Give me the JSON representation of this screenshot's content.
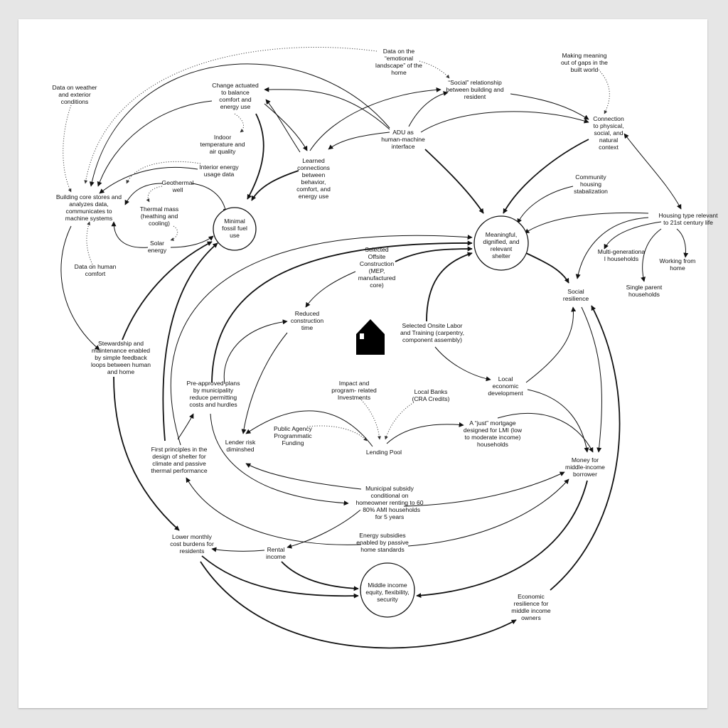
{
  "nodes": {
    "minimal_fossil": [
      "Minimal",
      "fossil fuel",
      "use"
    ],
    "meaningful_shelter": [
      "Meaningful,",
      "dignified, and",
      "relevant",
      "shelter"
    ],
    "middle_income_equity": [
      "Middle income",
      "equity, flexibility,",
      "security"
    ],
    "data_weather": [
      "Data on weather",
      "and exterior",
      "conditions"
    ],
    "change_actuated": [
      "Change actuated",
      "to balance",
      "comfort and",
      "energy use"
    ],
    "emotional_landscape": [
      "Data on the",
      "“emotional",
      "landscape” of the",
      "home"
    ],
    "social_relationship": [
      "“Social” relationship",
      "between building and",
      "resident"
    ],
    "making_meaning": [
      "Making meaning",
      "out of gaps in the",
      "built world"
    ],
    "connection_context": [
      "Connection",
      "to physical,",
      "social, and",
      "natural",
      "context"
    ],
    "adu_interface": [
      "ADU as",
      "human-machine",
      "interface"
    ],
    "indoor_temp": [
      "Indoor",
      "temperature and",
      "air quality"
    ],
    "interior_energy": [
      "Interior energy",
      "usage data"
    ],
    "learned_connections": [
      "Learned",
      "connections",
      "between",
      "behavior,",
      "comfort, and",
      "energy use"
    ],
    "geothermal": [
      "Geothermal",
      "well"
    ],
    "building_core": [
      "Building core  stores and",
      "analyzes data,",
      "communicates to",
      "machine systems"
    ],
    "thermal_mass": [
      "Thermal mass",
      "(heathing and",
      "cooling)"
    ],
    "solar": [
      "Solar",
      "energy"
    ],
    "human_comfort": [
      "Data on human",
      "comfort"
    ],
    "community_housing": [
      "Community",
      "housing",
      "stabalization"
    ],
    "housing_type": [
      "Housing type relevant",
      "to 21st century life"
    ],
    "multigen": [
      "Multi-generationa",
      "l households"
    ],
    "working_home": [
      "Working from",
      "home"
    ],
    "single_parent": [
      "Single parent",
      "households"
    ],
    "social_resilience": [
      "Social",
      "resilience"
    ],
    "offsite": [
      "Selected",
      "Offsite",
      "Construction",
      "(MEP,",
      "manufactured",
      "core)"
    ],
    "reduced_time": [
      "Reduced",
      "construction",
      "time"
    ],
    "onsite_labor": [
      "Selected Onsite Labor",
      "and Training (carpentry,",
      "component assembly)"
    ],
    "stewardship": [
      "Stewardship and",
      "maintenance enabled",
      "by simple feedback",
      "loops between human",
      "and home"
    ],
    "local_econ": [
      "Local",
      "economic",
      "development"
    ],
    "preapproved": [
      "Pre-approved plans",
      "by municipality",
      "reduce permitting",
      "costs and hurdles"
    ],
    "impact_invest": [
      "Impact and",
      "program- related",
      "Investments"
    ],
    "local_banks": [
      "Local Banks",
      "(CRA Credits)"
    ],
    "just_mortgage": [
      "A “just” mortgage",
      "designed for LMI (low",
      "to moderate income)",
      "households"
    ],
    "public_agency": [
      "Public Agency",
      "Programmatic",
      "Funding"
    ],
    "lender_risk": [
      "Lender risk",
      "diminshed"
    ],
    "lending_pool": [
      "Lending Pool"
    ],
    "first_principles": [
      "First principles in the",
      "design of shelter for",
      "climate and passive",
      "thermal performance"
    ],
    "money_borrower": [
      "Money for",
      "middle-income",
      "borrower"
    ],
    "municipal_subsidy": [
      "Municipal subsidy",
      "conditional on",
      "homeowner renting to 60",
      "- 80% AMI households",
      "for 5 years"
    ],
    "energy_subsidies": [
      "Energy subsidies",
      "enabled by passive",
      "home standards"
    ],
    "lower_monthly": [
      "Lower monthly",
      "cost burdens for",
      "residents"
    ],
    "rental_income": [
      "Rental",
      "income"
    ],
    "economic_resilience": [
      "Economic",
      "resilience for",
      "middle income",
      "owners"
    ]
  }
}
